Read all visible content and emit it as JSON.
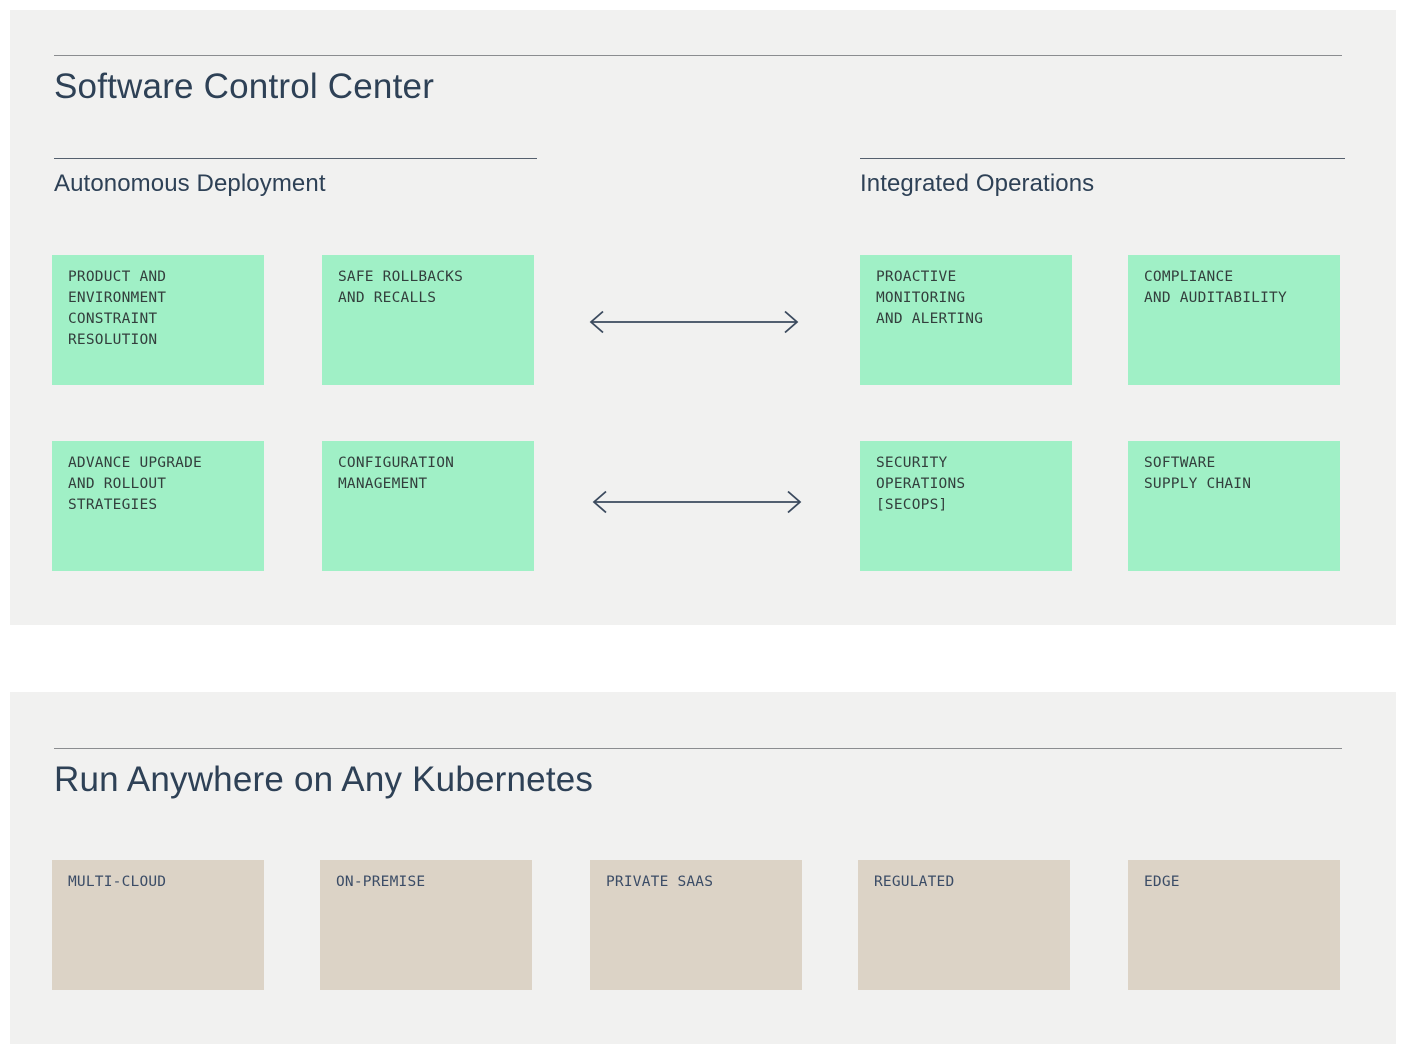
{
  "colors": {
    "page_bg": "#ffffff",
    "panel_bg": "#f1f1f0",
    "green": "#a0f0c6",
    "tan": "#dcd3c6",
    "navy": "#2e4156",
    "box_text_green": "#333f3d",
    "box_text_tan": "#3b4c66",
    "rule_gray": "#8b8d90",
    "rule_dark": "#55606e",
    "arrow_color": "#3b4a5e"
  },
  "control_center": {
    "title": "Software Control Center",
    "deployment": {
      "title": "Autonomous Deployment",
      "boxes": [
        {
          "label": "PRODUCT AND\nENVIRONMENT\nCONSTRAINT\nRESOLUTION"
        },
        {
          "label": "SAFE ROLLBACKS\nAND RECALLS"
        },
        {
          "label": "ADVANCE UPGRADE\nAND ROLLOUT\nSTRATEGIES"
        },
        {
          "label": "CONFIGURATION\nMANAGEMENT"
        }
      ]
    },
    "operations": {
      "title": "Integrated Operations",
      "boxes": [
        {
          "label": "PROACTIVE\nMONITORING\nAND ALERTING"
        },
        {
          "label": "COMPLIANCE\nAND AUDITABILITY"
        },
        {
          "label": "SECURITY\nOPERATIONS\n[SECOPS]"
        },
        {
          "label": "SOFTWARE\nSUPPLY CHAIN"
        }
      ]
    }
  },
  "kubernetes": {
    "title": "Run Anywhere on Any Kubernetes",
    "boxes": [
      {
        "label": "MULTI-CLOUD"
      },
      {
        "label": "ON-PREMISE"
      },
      {
        "label": "PRIVATE SAAS"
      },
      {
        "label": "REGULATED"
      },
      {
        "label": "EDGE"
      }
    ]
  }
}
